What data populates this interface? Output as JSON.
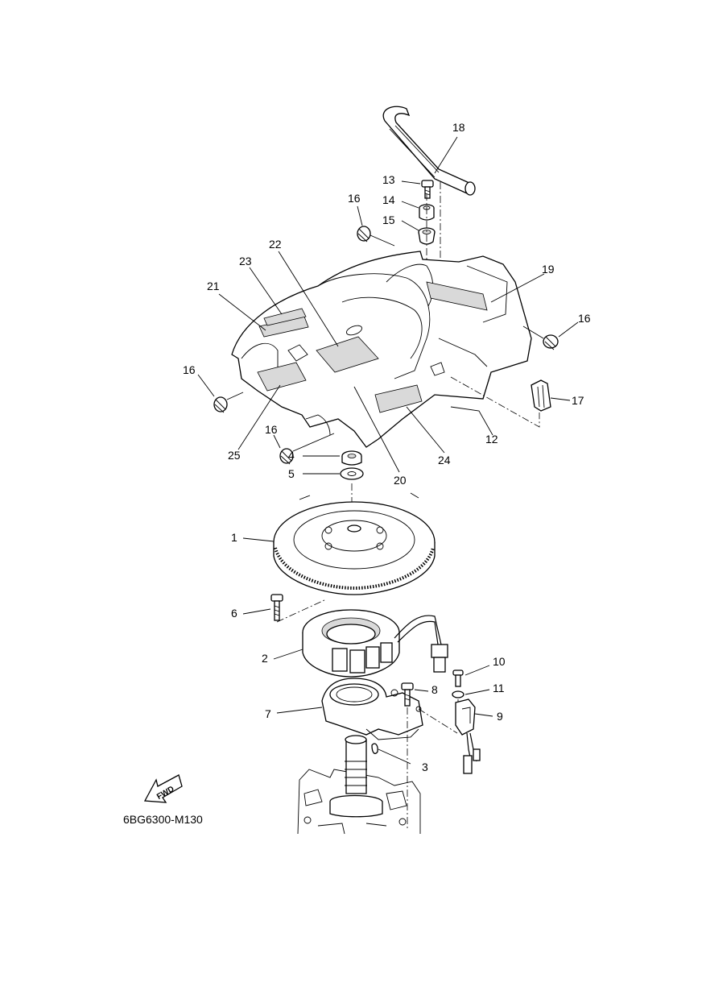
{
  "callouts": [
    {
      "id": "1",
      "label": "1"
    },
    {
      "id": "2",
      "label": "2"
    },
    {
      "id": "3",
      "label": "3"
    },
    {
      "id": "4",
      "label": "4"
    },
    {
      "id": "5",
      "label": "5"
    },
    {
      "id": "6",
      "label": "6"
    },
    {
      "id": "7",
      "label": "7"
    },
    {
      "id": "8",
      "label": "8"
    },
    {
      "id": "9",
      "label": "9"
    },
    {
      "id": "10",
      "label": "10"
    },
    {
      "id": "11",
      "label": "11"
    },
    {
      "id": "12",
      "label": "12"
    },
    {
      "id": "13",
      "label": "13"
    },
    {
      "id": "14",
      "label": "14"
    },
    {
      "id": "15",
      "label": "15"
    },
    {
      "id": "16a",
      "label": "16"
    },
    {
      "id": "16b",
      "label": "16"
    },
    {
      "id": "16c",
      "label": "16"
    },
    {
      "id": "16d",
      "label": "16"
    },
    {
      "id": "17",
      "label": "17"
    },
    {
      "id": "18",
      "label": "18"
    },
    {
      "id": "19",
      "label": "19"
    },
    {
      "id": "20",
      "label": "20"
    },
    {
      "id": "21",
      "label": "21"
    },
    {
      "id": "22",
      "label": "22"
    },
    {
      "id": "23",
      "label": "23"
    },
    {
      "id": "24",
      "label": "24"
    },
    {
      "id": "25",
      "label": "25"
    }
  ],
  "fwd_label": "FWD",
  "diagram_code": "6BG6300-M130"
}
